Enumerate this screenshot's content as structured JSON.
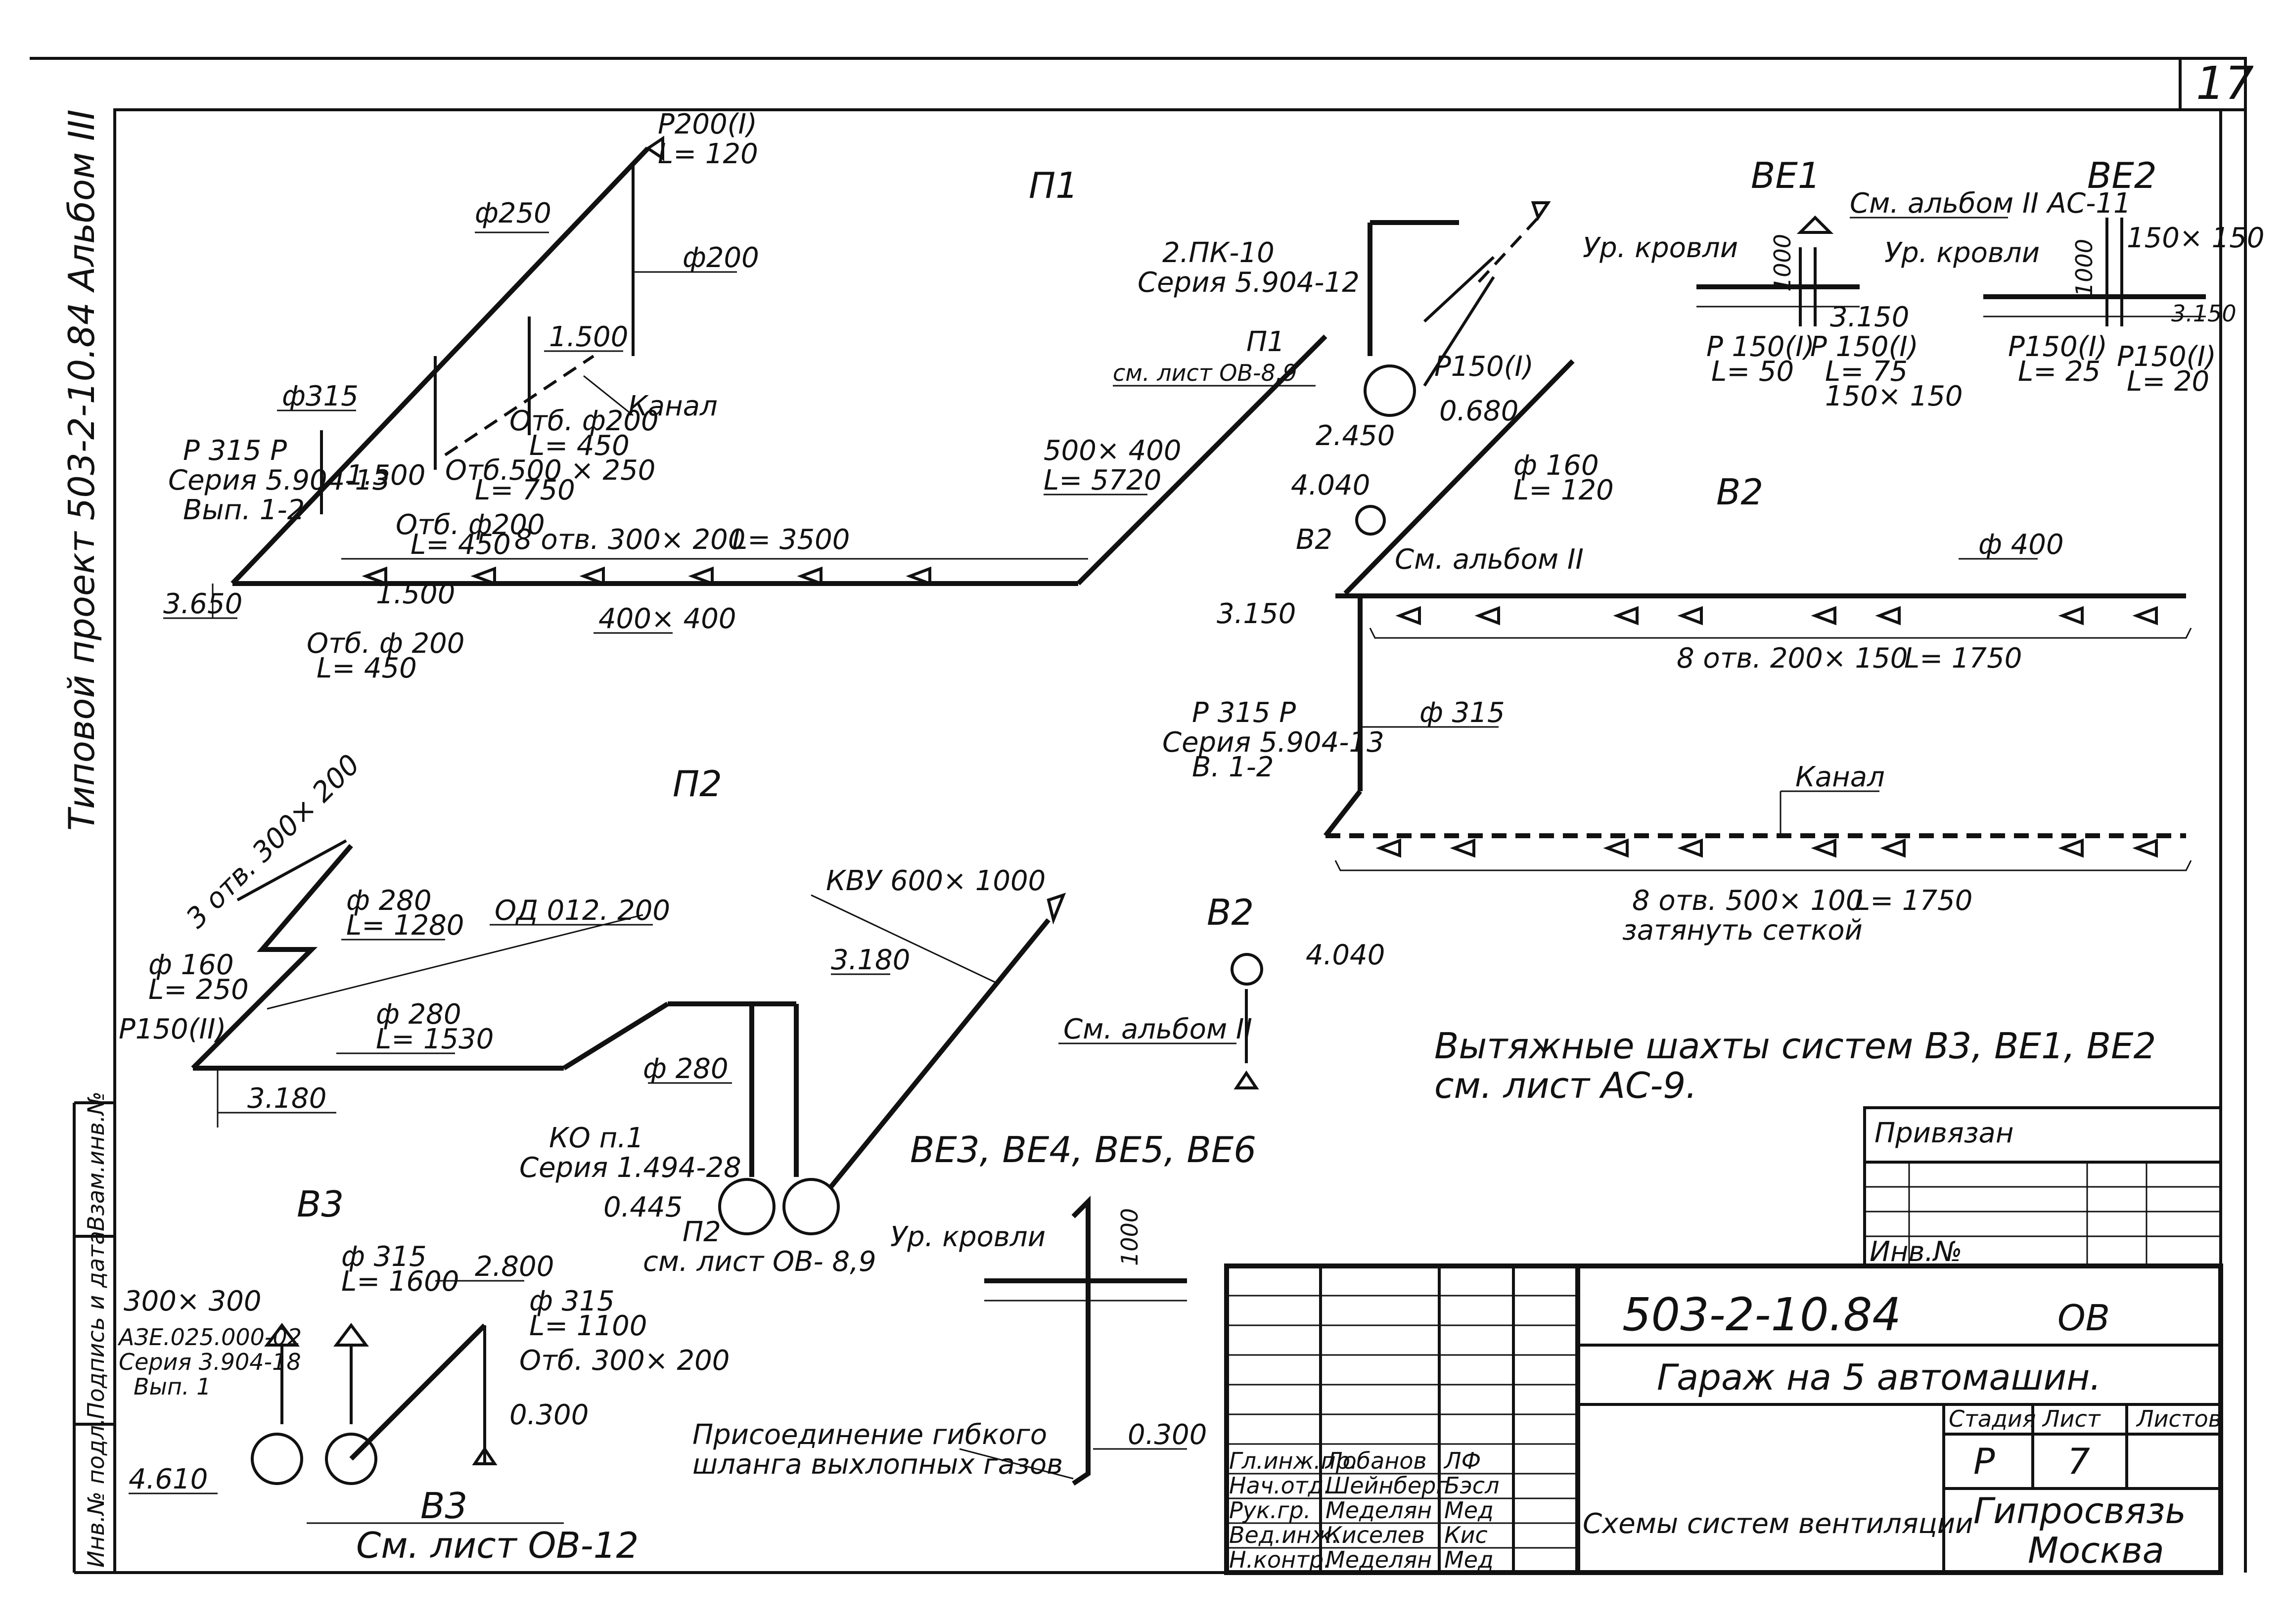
{
  "sheet_number": "17",
  "side_note": {
    "left": "Типовой проект 503-2-10.84 Альбом III"
  },
  "side_stamp": {
    "cells": [
      "Взам.инв.№",
      "Подпись и дата",
      "Инв.№ подл."
    ]
  },
  "p1": {
    "title": "П1",
    "d250": "ф250",
    "d200a": "ф200",
    "d315": "ф315",
    "r200": "Р200(I)",
    "l120": "L= 120",
    "elev1500a": "1.500",
    "kanal": "Канал",
    "otb200_450a": "Отб. ф200",
    "l450a": "L= 450",
    "otb500": "Отб.500 × 250",
    "l750": "L= 750",
    "elev1500b": "1.500",
    "otb200_450b": "Отб. ф200",
    "l450b": "L= 450",
    "r315": "Р 315 Р",
    "series1": "Серия 5.904-13",
    "vyp": "Вып. 1-2",
    "otv8": "8 отв. 300× 200",
    "l3500": "L= 3500",
    "elev3650": "3.650",
    "elev1500c": "1.500",
    "otb200_450c": "Отб. ф 200",
    "l450c": "L= 450",
    "duct400": "400× 400",
    "duct500": "500× 400",
    "l5720": "L= 5720",
    "pk10": "2.ПК-10",
    "series2": "Серия 5.904-12",
    "p1lbl": "П1",
    "smlist": "см. лист ОВ-8,9",
    "elev2450": "2.450",
    "elev0680": "0.680",
    "r150": "Р150(I)"
  },
  "be1": {
    "title": "ВЕ1",
    "roof": "Ур. кровли",
    "h1000": "1000",
    "elev3150": "3.150",
    "r150a": "Р 150(I)",
    "l50": "L= 50",
    "r150b": "Р 150(I)",
    "l75": "L= 75",
    "duct": "150× 150",
    "ref": "См. альбом II  АС-11"
  },
  "be2": {
    "title": "ВЕ2",
    "roof": "Ур. кровли",
    "h1000": "1000",
    "duct": "150× 150",
    "elev3150": "3.150",
    "r150a": "Р150(I)",
    "l25": "L= 25",
    "r150b": "Р150(I)",
    "l20": "L= 20"
  },
  "v2": {
    "title": "В2",
    "d160": "ф 160",
    "l120": "L= 120",
    "elev4040": "4.040",
    "v2lbl": "В2",
    "ref": "См. альбом II",
    "d400": "ф 400",
    "elev3150": "3.150",
    "otv8": "8 отв. 200× 150",
    "l1750": "L= 1750",
    "r315": "Р 315 Р",
    "series": "Серия 5.904-13",
    "vyp": "В. 1-2",
    "d315": "ф 315",
    "kanal": "Канал",
    "otv8b": "8 отв. 500× 100",
    "l1750b": "L= 1750",
    "setka": "затянуть сеткой"
  },
  "p2": {
    "title": "П2",
    "otv3": "3 отв. 300× 200",
    "d280a": "ф 280",
    "l1280": "L= 1280",
    "d160": "ф 160",
    "l250": "L= 250",
    "r150": "Р150(II)",
    "dampers": "ОД 012. 200",
    "d280b": "ф 280",
    "l1530": "L= 1530",
    "elev3180a": "3.180",
    "kvu": "КВУ 600× 1000",
    "elev3180b": "3.180",
    "d280c": "ф 280",
    "ko": "КО п.1",
    "series": "Серия 1.494-28",
    "elev0445": "0.445",
    "p2lbl": "П2",
    "smlist": "см. лист ОВ- 8,9"
  },
  "v2b": {
    "title": "В2",
    "elev4040": "4.040",
    "ref": "См. альбом II"
  },
  "be3": {
    "title": "ВЕ3, ВЕ4, ВЕ5, ВЕ6",
    "roof": "Ур. кровли",
    "h1000": "1000",
    "elev0300": "0.300",
    "hose1": "Присоединение гибкого",
    "hose2": "шланга выхлопных газов"
  },
  "v3": {
    "title": "В3",
    "duct": "300× 300",
    "code": "АЗЕ.025.000-02",
    "series": "Серия 3.904-18",
    "vyp": "Вып. 1",
    "d315a": "ф 315",
    "l1600": "L= 1600",
    "elev2800": "2.800",
    "d315b": "ф 315",
    "l1100": "L= 1100",
    "otb": "Отб. 300× 200",
    "elev0300": "0.300",
    "elev4610": "4.610",
    "v3lbl": "В3",
    "smlist": "См. лист  ОВ-12"
  },
  "note": {
    "line1": "Вытяжные шахты систем В3, ВЕ1, ВЕ2",
    "line2": "см. лист АС-9."
  },
  "title_block": {
    "privyazan": "Привязан",
    "inv": "Инв.№",
    "code": "503-2-10.84",
    "mark": "ОВ",
    "object": "Гараж на 5 автомашин.",
    "stage_h": "Стадия",
    "sheet_h": "Лист",
    "sheets_h": "Листов",
    "stage": "Р",
    "sheet": "7",
    "sheets": "",
    "drawing": "Схемы систем вентиляции",
    "org1": "Гипросвязь",
    "org2": "Москва",
    "staff": [
      {
        "role": "Гл.инж.пр.",
        "name": "Лобанов",
        "sign": "ЛФ"
      },
      {
        "role": "Нач.отд.",
        "name": "Шейнберг",
        "sign": "Бэсл"
      },
      {
        "role": "Рук.гр.",
        "name": "Меделян",
        "sign": "Мед"
      },
      {
        "role": "Вед.инж.",
        "name": "Киселев",
        "sign": "Кис"
      },
      {
        "role": "Н.контр.",
        "name": "Меделян",
        "sign": "Мед"
      }
    ]
  }
}
